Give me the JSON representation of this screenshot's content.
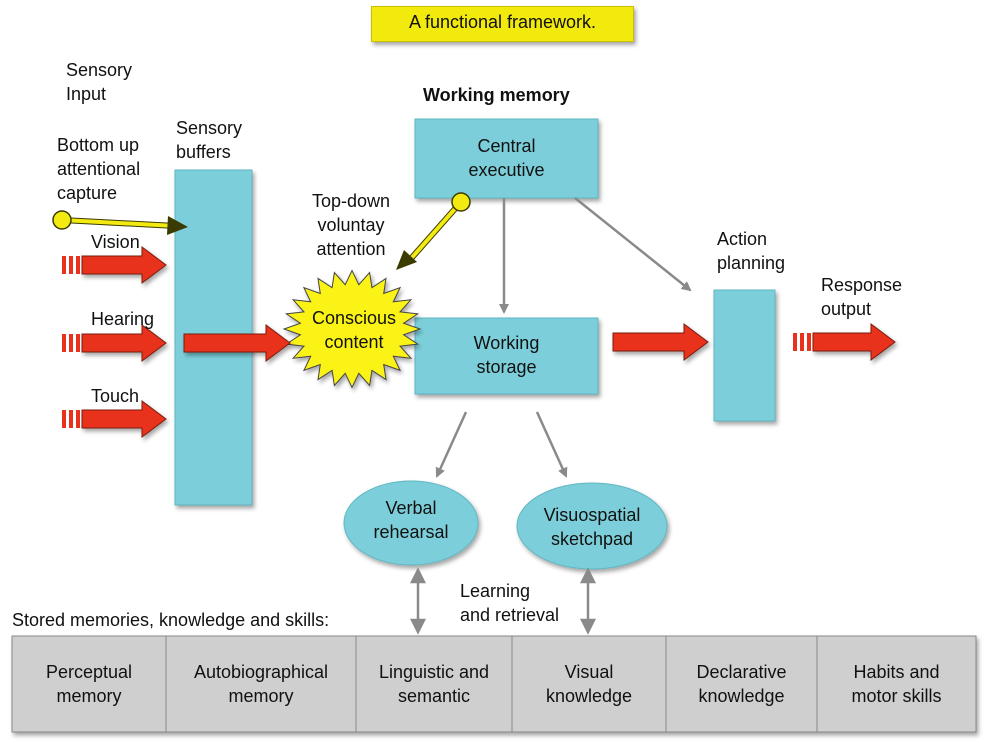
{
  "title": "A functional framework.",
  "sensory_input": "Sensory\nInput",
  "bottom_up": "Bottom up\nattentional\ncapture",
  "sensory_buffers": "Sensory\nbuffers",
  "senses": [
    "Vision",
    "Hearing",
    "Touch"
  ],
  "top_down": "Top-down\nvoluntay\nattention",
  "working_memory_title": "Working memory",
  "central_executive": "Central\nexecutive",
  "conscious_content": "Conscious\ncontent",
  "working_storage": "Working\nstorage",
  "action_planning": "Action\nplanning",
  "response_output": "Response\noutput",
  "verbal_rehearsal": "Verbal\nrehearsal",
  "visuospatial_sketchpad": "Visuospatial\nsketchpad",
  "learning_retrieval": "Learning\nand retrieval",
  "stored_memories": "Stored memories, knowledge and skills:",
  "memory_types": [
    "Perceptual\nmemory",
    "Autobiographical\nmemory",
    "Linguistic and\nsemantic",
    "Visual\nknowledge",
    "Declarative\nknowledge",
    "Habits and\nmotor skills"
  ],
  "colors": {
    "box": "#7ccfda",
    "arrow_red": "#e8321b",
    "arrow_yellow": "#f3ea12",
    "gray_arrow": "#8a8a8a",
    "bottom_bar": "#cfcfcf",
    "starburst": "#fbf316"
  }
}
